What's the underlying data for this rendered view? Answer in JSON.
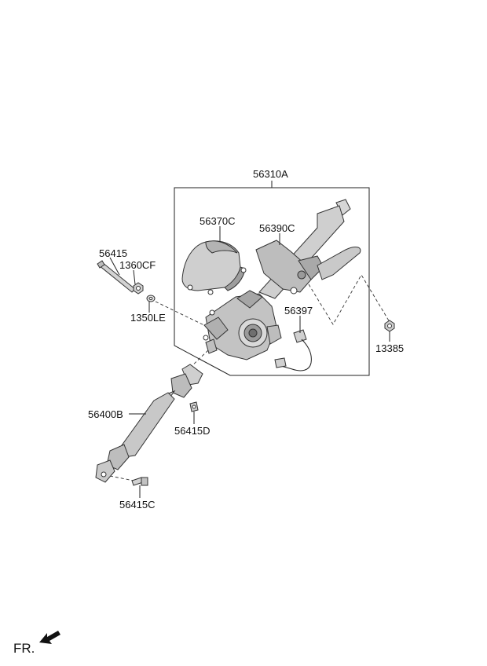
{
  "parts": {
    "p56310A": "56310A",
    "p56370C": "56370C",
    "p56390C": "56390C",
    "p56397": "56397",
    "p13385": "13385",
    "p56415": "56415",
    "p1360CF": "1360CF",
    "p1350LE": "1350LE",
    "p56400B": "56400B",
    "p56415D": "56415D",
    "p56415C": "56415C"
  },
  "direction_marker": {
    "label": "FR."
  },
  "colors": {
    "line": "#222222",
    "part_fill_light": "#d9d9d9",
    "part_fill_mid": "#b5b5b5",
    "part_fill_dark": "#8c8c8c"
  }
}
